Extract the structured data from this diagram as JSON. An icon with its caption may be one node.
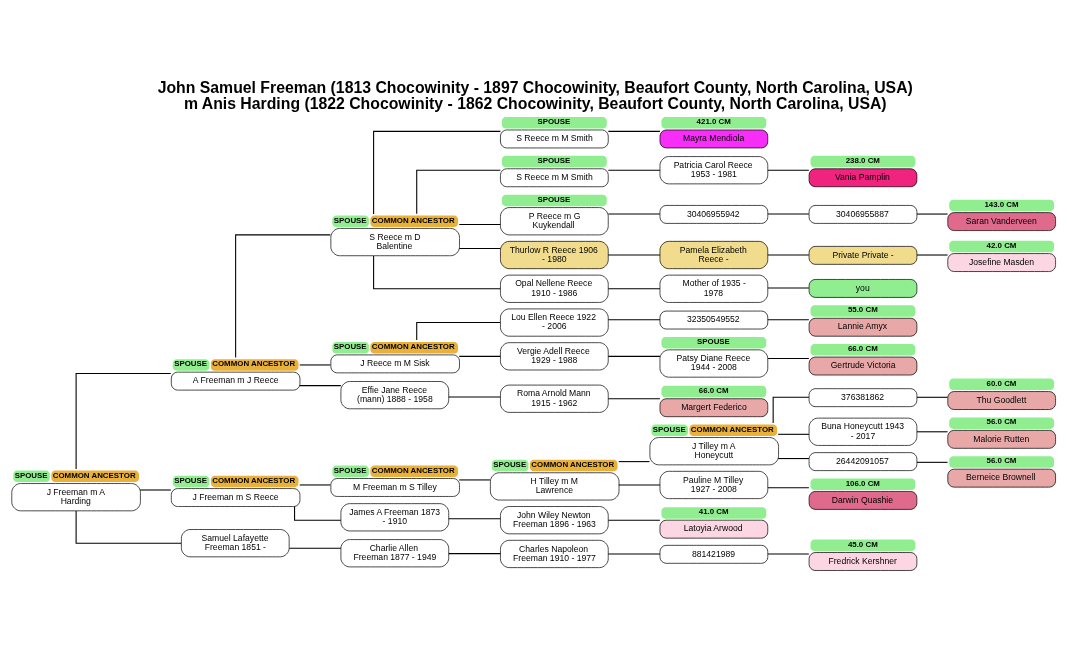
{
  "diagram": {
    "title": "John Samuel Freeman (1813 Chocowinity - 1897 Chocowinity, Beaufort County, North Carolina, USA) m Anis Harding (1822 Chocowinity - 1862 Chocowinity, Beaufort County, North Carolina, USA)",
    "nodes": [
      {
        "text": [
          "J Freeman m A Harding"
        ],
        "beside": [
          "SPOUSE",
          "COMMON ANCESTOR"
        ]
      },
      {
        "text": [
          "A Freeman m J Reece"
        ],
        "beside": [
          "SPOUSE",
          "COMMON ANCESTOR"
        ]
      },
      {
        "text": [
          "S Reece m D Balentine"
        ],
        "beside": [
          "SPOUSE",
          "COMMON ANCESTOR"
        ]
      },
      {
        "text": [
          "S Reece m M Smith"
        ],
        "beside": [
          "SPOUSE"
        ]
      },
      {
        "text": [
          "Mayra Mendiola"
        ],
        "beside": [
          "421.0 CM"
        ]
      },
      {
        "text": [
          "S Reece m M Smith"
        ],
        "beside": [
          "SPOUSE"
        ]
      },
      {
        "text": [
          "Patricia Carol Reece 1953 - 1981"
        ]
      },
      {
        "text": [
          "Vania Pamplin"
        ],
        "beside": [
          "238.0 CM"
        ]
      },
      {
        "text": [
          "P Reece m G Kuykendall"
        ],
        "beside": [
          "SPOUSE"
        ]
      },
      {
        "text": [
          "30406955942"
        ]
      },
      {
        "text": [
          "30406955887"
        ]
      },
      {
        "text": [
          "Saran Vanderveen"
        ],
        "beside": [
          "143.0 CM"
        ]
      },
      {
        "text": [
          "Thurlow R Reece 1906 - 1980"
        ]
      },
      {
        "text": [
          "Pamela Elizabeth Reece -"
        ]
      },
      {
        "text": [
          "Private Private -"
        ]
      },
      {
        "text": [
          "Josefine Masden"
        ],
        "beside": [
          "42.0 CM"
        ]
      },
      {
        "text": [
          "Opal Nellene Reece 1910 - 1986"
        ]
      },
      {
        "text": [
          "Mother of 1935 - 1978"
        ]
      },
      {
        "text": [
          "you"
        ]
      },
      {
        "text": [
          "J Reece m M Sisk"
        ],
        "beside": [
          "SPOUSE",
          "COMMON ANCESTOR"
        ]
      },
      {
        "text": [
          "Lou Ellen Reece 1922 - 2006"
        ]
      },
      {
        "text": [
          "32350549552"
        ]
      },
      {
        "text": [
          "Lannie Amyx"
        ],
        "beside": [
          "55.0 CM"
        ]
      },
      {
        "text": [
          "Vergie Adell Reece 1929 - 1988"
        ]
      },
      {
        "text": [
          "Patsy Diane Reece 1944 - 2008"
        ],
        "beside": [
          "SPOUSE"
        ]
      },
      {
        "text": [
          "Gertrude Victoria"
        ],
        "beside": [
          "66.0 CM"
        ]
      },
      {
        "text": [
          "Effie Jane Reece (mann) 1888 - 1958"
        ]
      },
      {
        "text": [
          "Roma Arnold Mann 1915 - 1962"
        ]
      },
      {
        "text": [
          "Margert Federico"
        ],
        "beside": [
          "66.0 CM"
        ]
      },
      {
        "text": [
          "J Freeman m S Reece"
        ],
        "beside": [
          "SPOUSE",
          "COMMON ANCESTOR"
        ]
      },
      {
        "text": [
          "M Freeman m S Tilley"
        ],
        "beside": [
          "SPOUSE",
          "COMMON ANCESTOR"
        ]
      },
      {
        "text": [
          "H Tilley m M Lawrence"
        ],
        "beside": [
          "SPOUSE",
          "COMMON ANCESTOR"
        ]
      },
      {
        "text": [
          "J Tilley m A Honeycutt"
        ],
        "beside": [
          "SPOUSE",
          "COMMON ANCESTOR"
        ]
      },
      {
        "text": [
          "376381862"
        ]
      },
      {
        "text": [
          "Thu Goodlett"
        ],
        "beside": [
          "60.0 CM"
        ]
      },
      {
        "text": [
          "Buna Honeycutt 1943 - 2017"
        ]
      },
      {
        "text": [
          "Malorie Rutten"
        ],
        "beside": [
          "56.0 CM"
        ]
      },
      {
        "text": [
          "26442091057"
        ]
      },
      {
        "text": [
          "Berneice Brownell"
        ],
        "beside": [
          "56.0 CM"
        ]
      },
      {
        "text": [
          "Pauline M Tilley 1927 - 2008"
        ]
      },
      {
        "text": [
          "Darwin Quashie"
        ],
        "beside": [
          "106.0 CM"
        ]
      },
      {
        "text": [
          "James A Freeman 1873 - 1910"
        ]
      },
      {
        "text": [
          "John Wiley Newton Freeman 1896 - 1963"
        ]
      },
      {
        "text": [
          "Latoyia Arwood"
        ],
        "beside": [
          "41.0 CM"
        ]
      },
      {
        "text": [
          "Samuel Lafayette Freeman 1851 -"
        ]
      },
      {
        "text": [
          "Charlie Allen Freeman 1877 - 1949"
        ]
      },
      {
        "text": [
          "Charles Napoleon Freeman 1910 - 1977"
        ]
      },
      {
        "text": [
          "881421989"
        ]
      },
      {
        "text": [
          "Fredrick Kershner"
        ],
        "beside": [
          "45.0 CM"
        ]
      }
    ],
    "edges": [
      {
        "from": 0,
        "to": 1,
        "arrow": "none"
      },
      {
        "from": 1,
        "to": 2,
        "arrow": "none"
      },
      {
        "from": 2,
        "to": 3,
        "arrow": "none"
      },
      {
        "from": 3,
        "to": 4,
        "arrow": "none"
      },
      {
        "from": 2,
        "to": 5,
        "arrow": "none"
      },
      {
        "from": 5,
        "to": 6,
        "arrow": "none"
      },
      {
        "from": 6,
        "to": 7,
        "arrow": "none"
      },
      {
        "from": 2,
        "to": 8,
        "arrow": "none"
      },
      {
        "from": 8,
        "to": 9,
        "arrow": "none"
      },
      {
        "from": 9,
        "to": 10,
        "arrow": "none"
      },
      {
        "from": 10,
        "to": 11,
        "arrow": "none"
      },
      {
        "from": 2,
        "to": 12,
        "arrow": "none"
      },
      {
        "from": 12,
        "to": 13,
        "arrow": "none"
      },
      {
        "from": 13,
        "to": 14,
        "arrow": "none"
      },
      {
        "from": 14,
        "to": 15,
        "arrow": "none"
      },
      {
        "from": 2,
        "to": 16,
        "arrow": "none"
      },
      {
        "from": 16,
        "to": 17,
        "arrow": "none"
      },
      {
        "from": 17,
        "to": 18,
        "arrow": "none"
      },
      {
        "from": 1,
        "to": 19,
        "arrow": "none"
      },
      {
        "from": 19,
        "to": 20,
        "arrow": "none"
      },
      {
        "from": 20,
        "to": 21,
        "arrow": "none"
      },
      {
        "from": 21,
        "to": 22,
        "arrow": "none"
      },
      {
        "from": 19,
        "to": 23,
        "arrow": "none"
      },
      {
        "from": 23,
        "to": 24,
        "arrow": "none"
      },
      {
        "from": 24,
        "to": 25,
        "arrow": "none"
      },
      {
        "from": 1,
        "to": 26,
        "arrow": "none"
      },
      {
        "from": 26,
        "to": 27,
        "arrow": "none"
      },
      {
        "from": 27,
        "to": 28,
        "arrow": "none"
      },
      {
        "from": 0,
        "to": 29,
        "arrow": "none"
      },
      {
        "from": 29,
        "to": 30,
        "arrow": "none"
      },
      {
        "from": 30,
        "to": 31,
        "arrow": "none"
      },
      {
        "from": 31,
        "to": 32,
        "arrow": "none"
      },
      {
        "from": 32,
        "to": 33,
        "arrow": "none"
      },
      {
        "from": 33,
        "to": 34,
        "arrow": "none"
      },
      {
        "from": 32,
        "to": 35,
        "arrow": "none"
      },
      {
        "from": 35,
        "to": 36,
        "arrow": "none"
      },
      {
        "from": 32,
        "to": 37,
        "arrow": "none"
      },
      {
        "from": 37,
        "to": 38,
        "arrow": "none"
      },
      {
        "from": 31,
        "to": 39,
        "arrow": "none"
      },
      {
        "from": 39,
        "to": 40,
        "arrow": "none"
      },
      {
        "from": 29,
        "to": 41,
        "arrow": "none"
      },
      {
        "from": 41,
        "to": 42,
        "arrow": "none"
      },
      {
        "from": 42,
        "to": 43,
        "arrow": "none"
      },
      {
        "from": 0,
        "to": 44,
        "arrow": "none"
      },
      {
        "from": 44,
        "to": 45,
        "arrow": "none"
      },
      {
        "from": 45,
        "to": 46,
        "arrow": "none"
      },
      {
        "from": 46,
        "to": 47,
        "arrow": "none"
      },
      {
        "from": 47,
        "to": 48,
        "arrow": "none"
      }
    ]
  }
}
